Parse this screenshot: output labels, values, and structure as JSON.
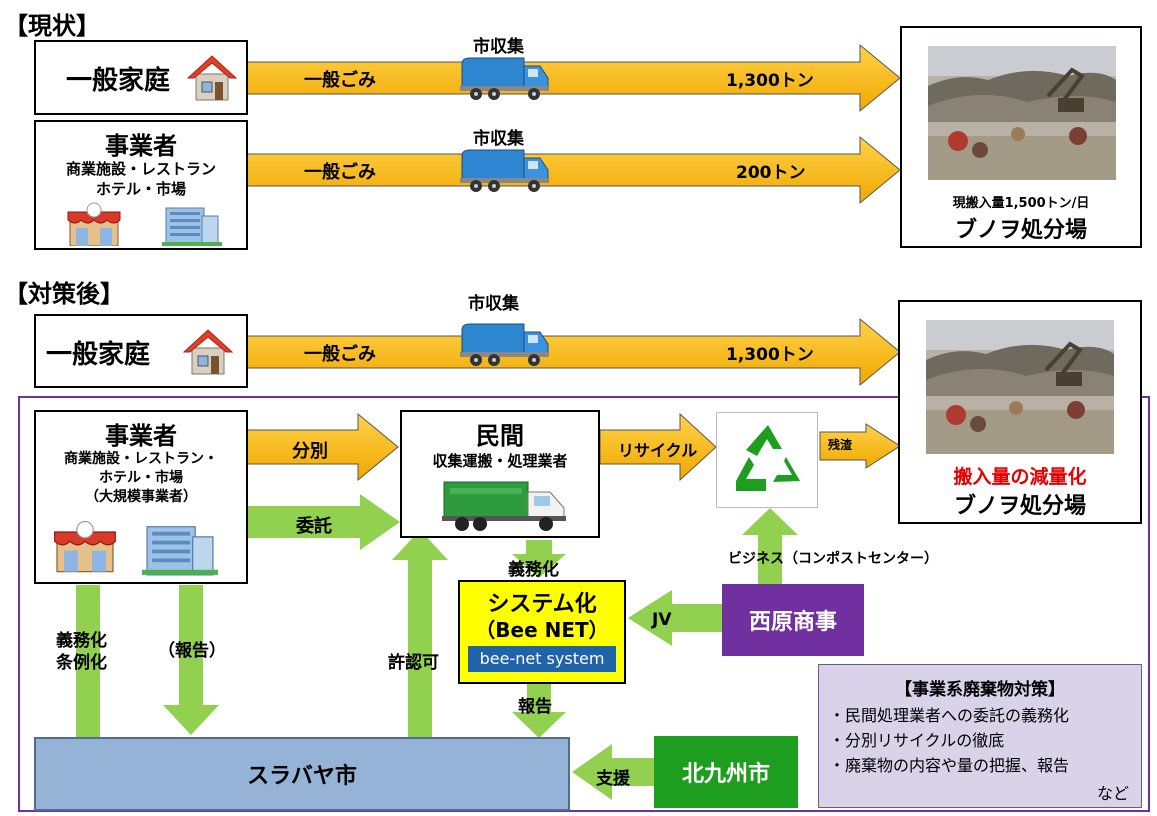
{
  "sections": {
    "current": "【現状】",
    "after": "【対策後】"
  },
  "current": {
    "household": "一般家庭",
    "business_title": "事業者",
    "business_sub1": "商業施設・レストラン",
    "business_sub2": "ホテル・市場",
    "collect1": "市収集",
    "collect2": "市収集",
    "waste1": "一般ごみ",
    "waste2": "一般ごみ",
    "amount1": "1,300トン",
    "amount2": "200トン",
    "landfill_intake": "現搬入量1,500トン/日",
    "landfill_name": "ブノヲ処分場"
  },
  "after": {
    "collect": "市収集",
    "household": "一般家庭",
    "waste": "一般ごみ",
    "amount": "1,300トン",
    "landfill_reduction": "搬入量の減量化",
    "landfill_name": "ブノヲ処分場",
    "business_title": "事業者",
    "business_sub1": "商業施設・レストラン・",
    "business_sub2": "ホテル・市場",
    "business_sub3": "（大規模事業者）",
    "sort": "分別",
    "private_title": "民間",
    "private_sub": "収集運搬・処理業者",
    "recycle": "リサイクル",
    "residue": "残渣",
    "entrust": "委託",
    "obligation": "義務化",
    "business_comp": "ビジネス（コンポストセンター）",
    "system_line1": "システム化",
    "system_line2": "（Bee NET）",
    "system_logo": "bee-net system",
    "jv": "JV",
    "nishihara": "西原商事",
    "left_arrow_line1": "義務化",
    "left_arrow_line2": "条例化",
    "report_paren": "（報告）",
    "permit": "許認可",
    "report": "報告",
    "surabaya": "スラバヤ市",
    "support": "支援",
    "kitakyushu": "北九州市",
    "measures_title": "【事業系廃棄物対策】",
    "measures": [
      "・民間処理業者への委託の義務化",
      "・分別リサイクルの徹底",
      "・廃棄物の内容や量の把握、報告"
    ],
    "measures_etc": "など"
  },
  "colors": {
    "arrow_orange": "#F5B400",
    "arrow_green": "#92D050",
    "purple": "#7030A0",
    "green_dark": "#1E9E1E",
    "city_blue": "#95B3D7",
    "system_yellow": "#FFFF00",
    "measures_bg": "#D9D2E9",
    "red_text": "#E60000"
  }
}
